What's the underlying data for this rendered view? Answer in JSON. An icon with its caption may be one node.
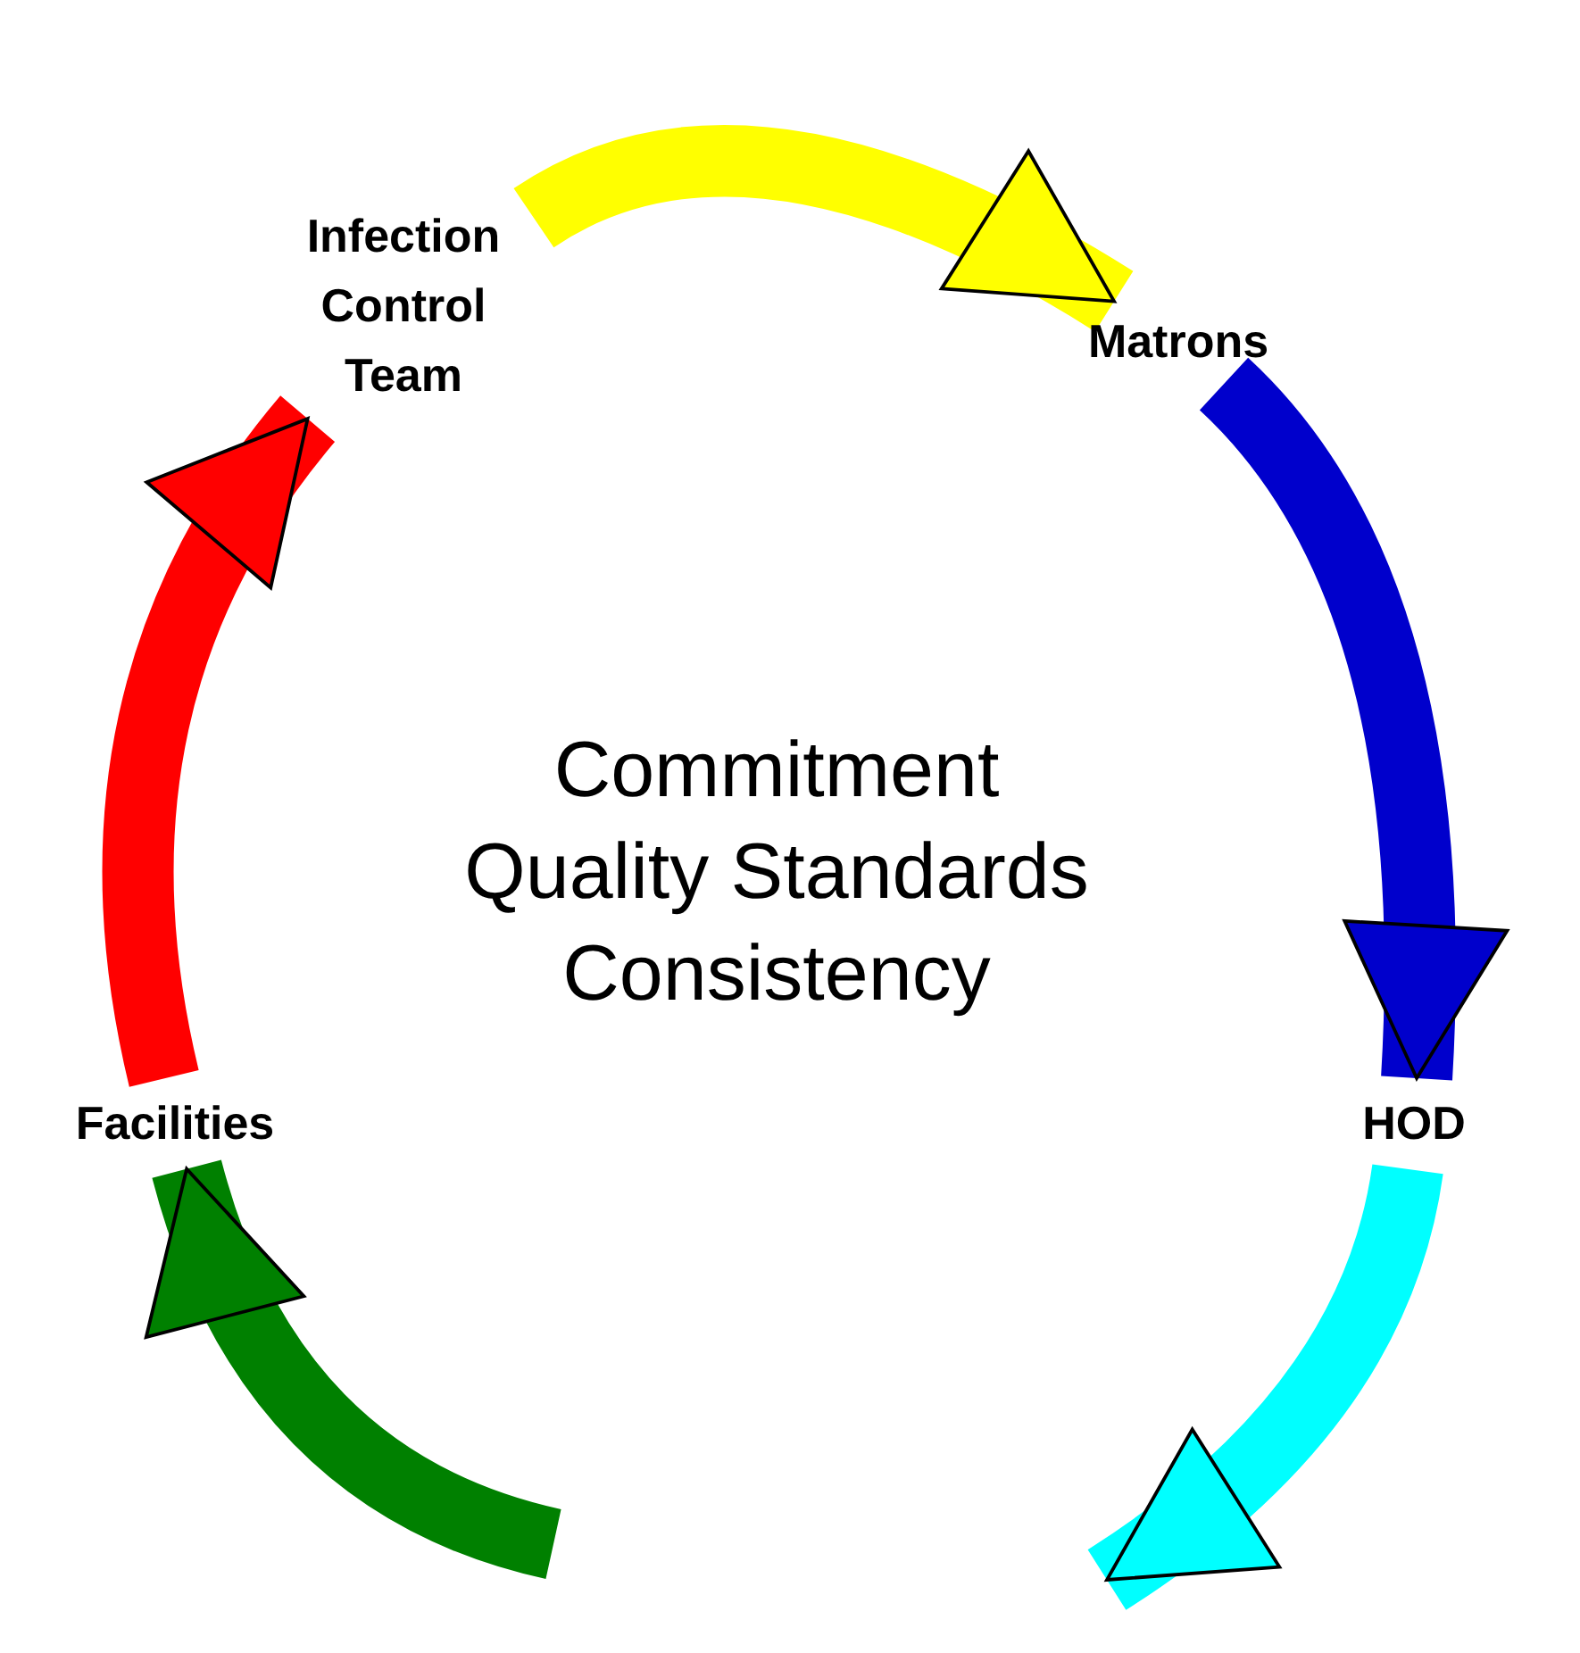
{
  "diagram": {
    "nodes": [
      {
        "text": [
          "Infection Control Team"
        ]
      },
      {
        "text": [
          "Matrons"
        ]
      },
      {
        "text": [
          "HOD"
        ]
      },
      {
        "text": [
          "Facilities"
        ]
      }
    ],
    "edges": [
      {
        "from": 0,
        "to": 1,
        "arrow": "to",
        "color": "#ffff00"
      },
      {
        "from": 1,
        "to": 2,
        "arrow": "to",
        "color": "#0000cc"
      },
      {
        "from": 2,
        "to": null,
        "arrow": "to",
        "color": "#00ffff"
      },
      {
        "from": null,
        "to": 3,
        "arrow": "to",
        "color": "#008000"
      },
      {
        "from": 3,
        "to": 0,
        "arrow": "to",
        "color": "#ff0000"
      }
    ],
    "labels": [
      "Commitment Quality Standards Consistency"
    ]
  }
}
